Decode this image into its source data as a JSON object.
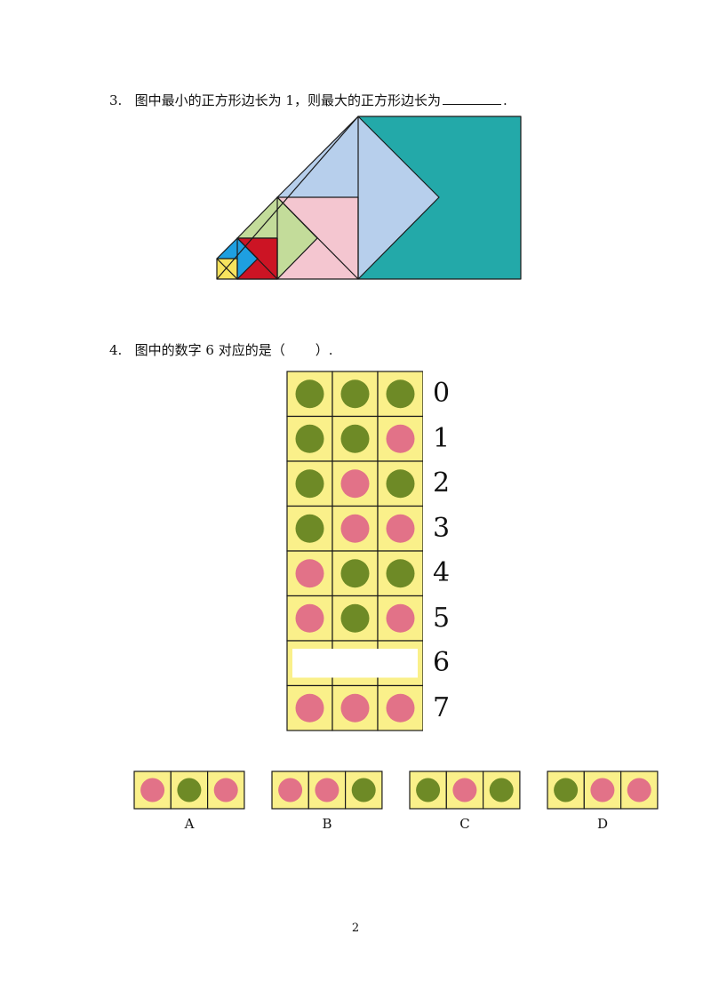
{
  "colors": {
    "teal": "#23a9a9",
    "light_blue": "#b7cfec",
    "pink": "#f4c6d0",
    "light_green": "#c3dc9a",
    "sky_blue": "#1e9fe0",
    "red": "#cc1424",
    "yellow": "#f7e35e",
    "cell_yellow": "#faf08a",
    "dot_green": "#6e8a26",
    "dot_pink": "#e27288"
  },
  "question3": {
    "number": "3.",
    "text_before": "图中最小的正方形边长为 1，则最大的正方形边长为",
    "text_after": "."
  },
  "question4": {
    "number": "4.",
    "text_before": "图中的数字 6 对应的是（",
    "text_after": "）.",
    "rows": [
      {
        "label": "0",
        "dots": [
          "green",
          "green",
          "green"
        ]
      },
      {
        "label": "1",
        "dots": [
          "green",
          "green",
          "pink"
        ]
      },
      {
        "label": "2",
        "dots": [
          "green",
          "pink",
          "green"
        ]
      },
      {
        "label": "3",
        "dots": [
          "green",
          "pink",
          "pink"
        ]
      },
      {
        "label": "4",
        "dots": [
          "pink",
          "green",
          "green"
        ]
      },
      {
        "label": "5",
        "dots": [
          "pink",
          "green",
          "pink"
        ]
      },
      {
        "label": "6",
        "dots": null
      },
      {
        "label": "7",
        "dots": [
          "pink",
          "pink",
          "pink"
        ]
      }
    ],
    "options": [
      {
        "label": "A",
        "dots": [
          "pink",
          "green",
          "pink"
        ]
      },
      {
        "label": "B",
        "dots": [
          "pink",
          "pink",
          "green"
        ]
      },
      {
        "label": "C",
        "dots": [
          "green",
          "pink",
          "green"
        ]
      },
      {
        "label": "D",
        "dots": [
          "green",
          "pink",
          "pink"
        ]
      }
    ]
  },
  "page_number": "2"
}
